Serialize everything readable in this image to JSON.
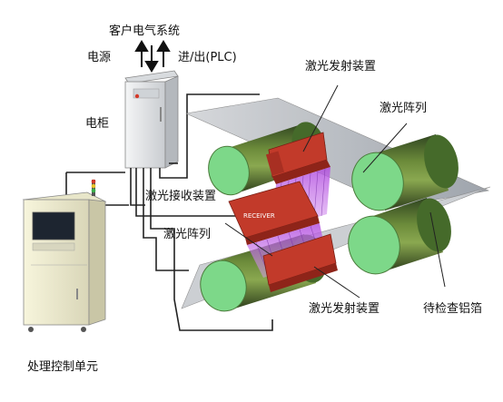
{
  "labels": {
    "customer_system": "客户电气系统",
    "power_supply": "电源",
    "io_plc": "进/出(PLC)",
    "cabinet": "电柜",
    "laser_emitter_top": "激光发射装置",
    "laser_array_top": "激光阵列",
    "laser_receiver": "激光接收装置",
    "laser_array_bottom": "激光阵列",
    "laser_emitter_bottom": "激光发射装置",
    "foil_to_inspect": "待检查铝箔",
    "processing_unit": "处理控制单元"
  },
  "colors": {
    "roller_green": "#7dd889",
    "roller_dark": "#3d5a2a",
    "emitter_red": "#c23a2a",
    "laser_purple": "#9b3fc8",
    "foil_grey": "#b8bcc2",
    "cabinet_grey": "#eceef0",
    "unit_cream": "#f3f1d7"
  },
  "icons": {
    "arrows": "up-down-arrows-icon"
  }
}
